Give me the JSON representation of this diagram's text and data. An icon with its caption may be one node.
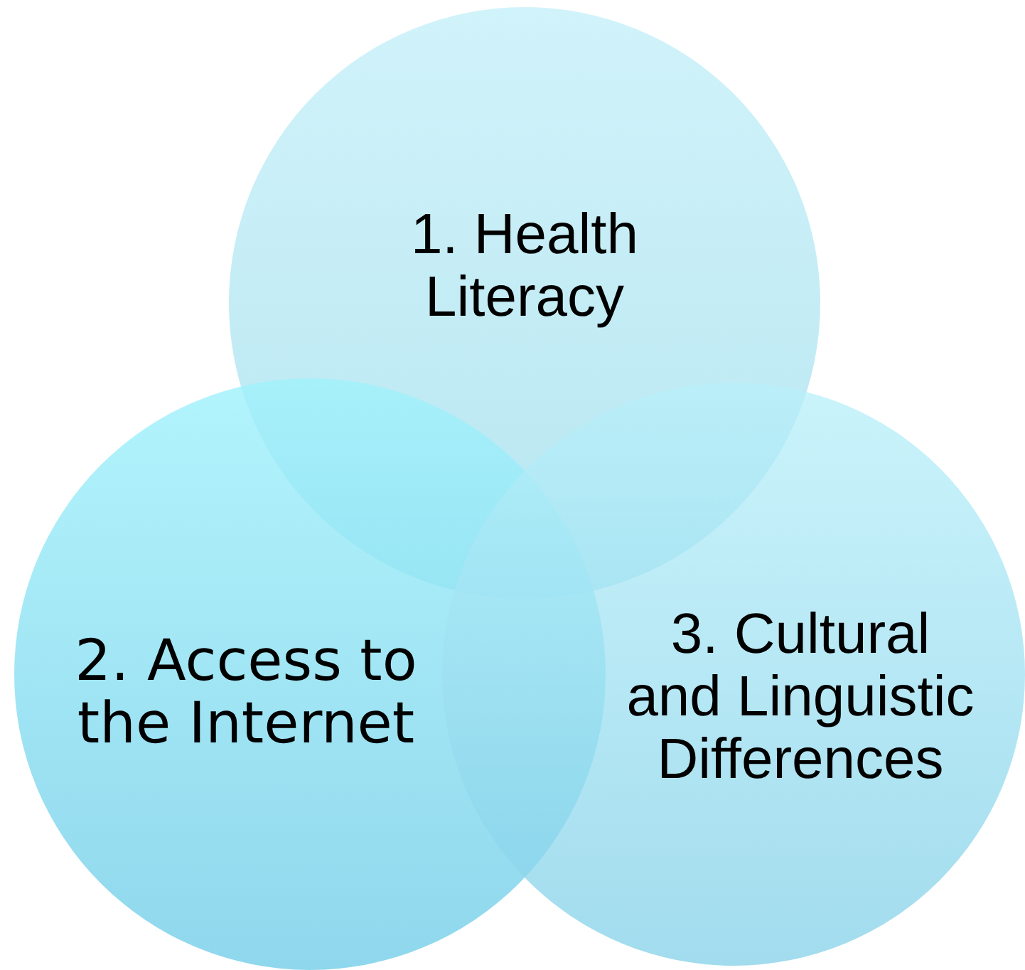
{
  "diagram": {
    "nodes": [
      {
        "text": [
          "1. Health Literacy"
        ]
      },
      {
        "text": [
          "2. Access to the Internet"
        ]
      },
      {
        "text": [
          "3. Cultural and Linguistic Differences"
        ]
      }
    ]
  }
}
